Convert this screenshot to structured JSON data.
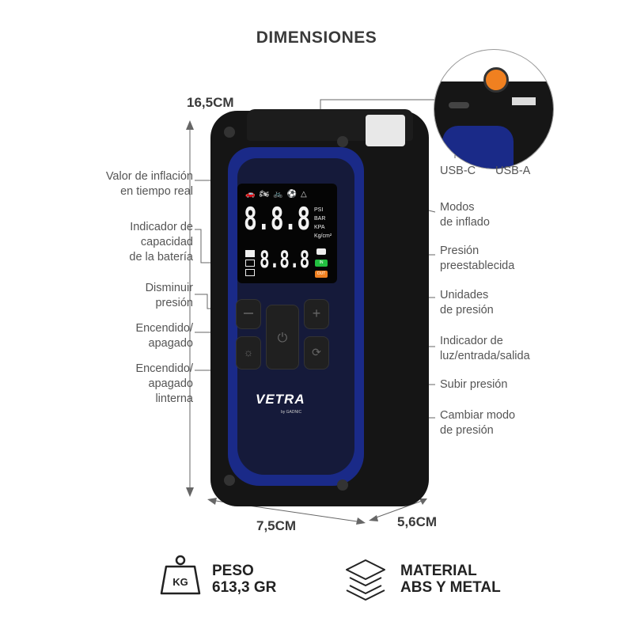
{
  "title": "DIMENSIONES",
  "dimensions": {
    "height": "16,5CM",
    "width": "7,5CM",
    "depth": "5,6CM"
  },
  "ports": [
    "USB-C",
    "USB-A"
  ],
  "left_labels": [
    {
      "line1": "Valor de inflación",
      "line2": "en tiempo real"
    },
    {
      "line1": "Indicador de",
      "line2": "capacidad",
      "line3": "de la batería"
    },
    {
      "line1": "Disminuir",
      "line2": "presión"
    },
    {
      "line1": "Encendido/",
      "line2": "apagado"
    },
    {
      "line1": "Encendido/",
      "line2": "apagado",
      "line3": "linterna"
    }
  ],
  "right_labels": [
    {
      "line1": "Modos",
      "line2": "de inflado"
    },
    {
      "line1": "Presión",
      "line2": "preestablecida"
    },
    {
      "line1": "Unidades",
      "line2": "de presión"
    },
    {
      "line1": "Indicador de",
      "line2": "luz/entrada/salida"
    },
    {
      "line1": "Subir presión"
    },
    {
      "line1": "Cambiar modo",
      "line2": "de presión"
    }
  ],
  "display": {
    "top_value": "8.8.8",
    "bottom_value": "8.8.8",
    "units": [
      "PSI",
      "BAR",
      "KPA",
      "Kg/cm²"
    ],
    "in_label": "IN",
    "out_label": "OUT"
  },
  "brand": {
    "name": "VETRA",
    "sub": "by GADNIC"
  },
  "specs": {
    "weight": {
      "icon_text": "KG",
      "line1": "PESO",
      "line2": "613,3 GR"
    },
    "material": {
      "line1": "MATERIAL",
      "line2": "ABS Y METAL"
    }
  },
  "colors": {
    "blue": "#1a2a88",
    "orange": "#f08020",
    "green": "#22c040"
  }
}
